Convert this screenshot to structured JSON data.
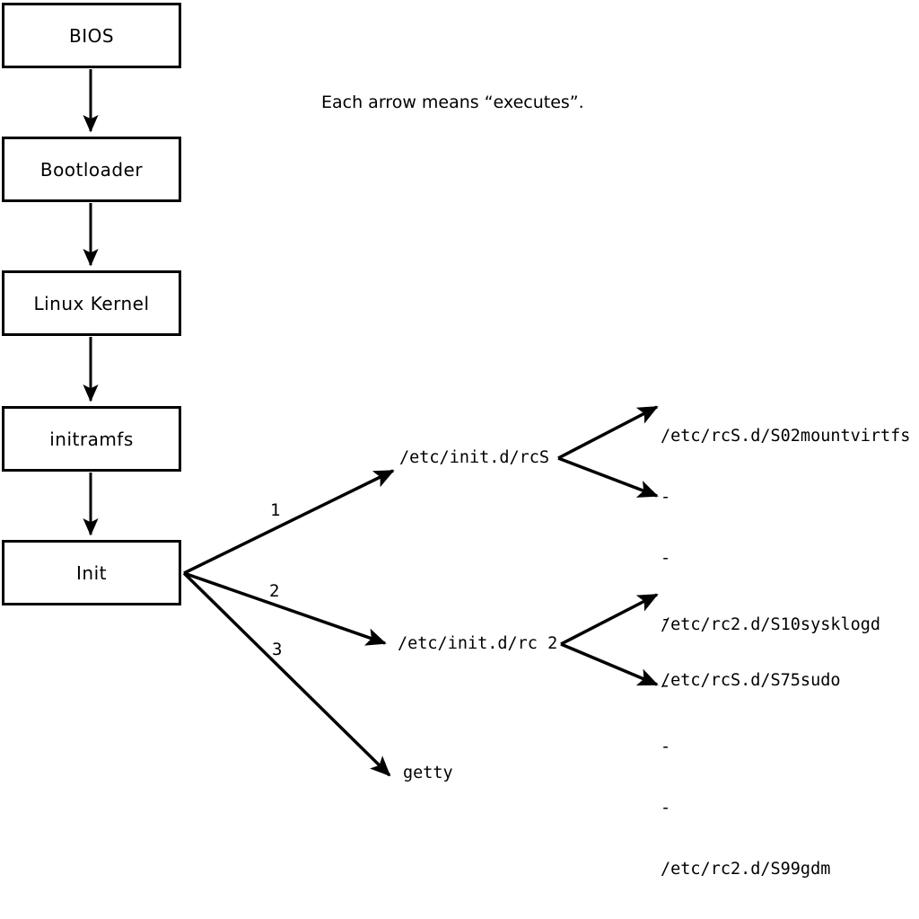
{
  "note": "Each arrow means “executes”.",
  "boxes": [
    {
      "label": "BIOS"
    },
    {
      "label": "Bootloader"
    },
    {
      "label": "Linux Kernel"
    },
    {
      "label": "initramfs"
    },
    {
      "label": "Init"
    }
  ],
  "branches": [
    {
      "number": "1",
      "target": "/etc/init.d/rcS",
      "children": [
        "/etc/rcS.d/S02mountvirtfs",
        "-",
        "-",
        "-",
        "/etc/rcS.d/S75sudo"
      ]
    },
    {
      "number": "2",
      "target": "/etc/init.d/rc 2",
      "children": [
        "/etc/rc2.d/S10sysklogd",
        "-",
        "-",
        "-",
        "/etc/rc2.d/S99gdm"
      ]
    },
    {
      "number": "3",
      "target": "getty",
      "children": []
    }
  ],
  "colors": {
    "line": "#000000",
    "background": "#ffffff",
    "box_fill": "#ffffff",
    "text": "#000000"
  }
}
